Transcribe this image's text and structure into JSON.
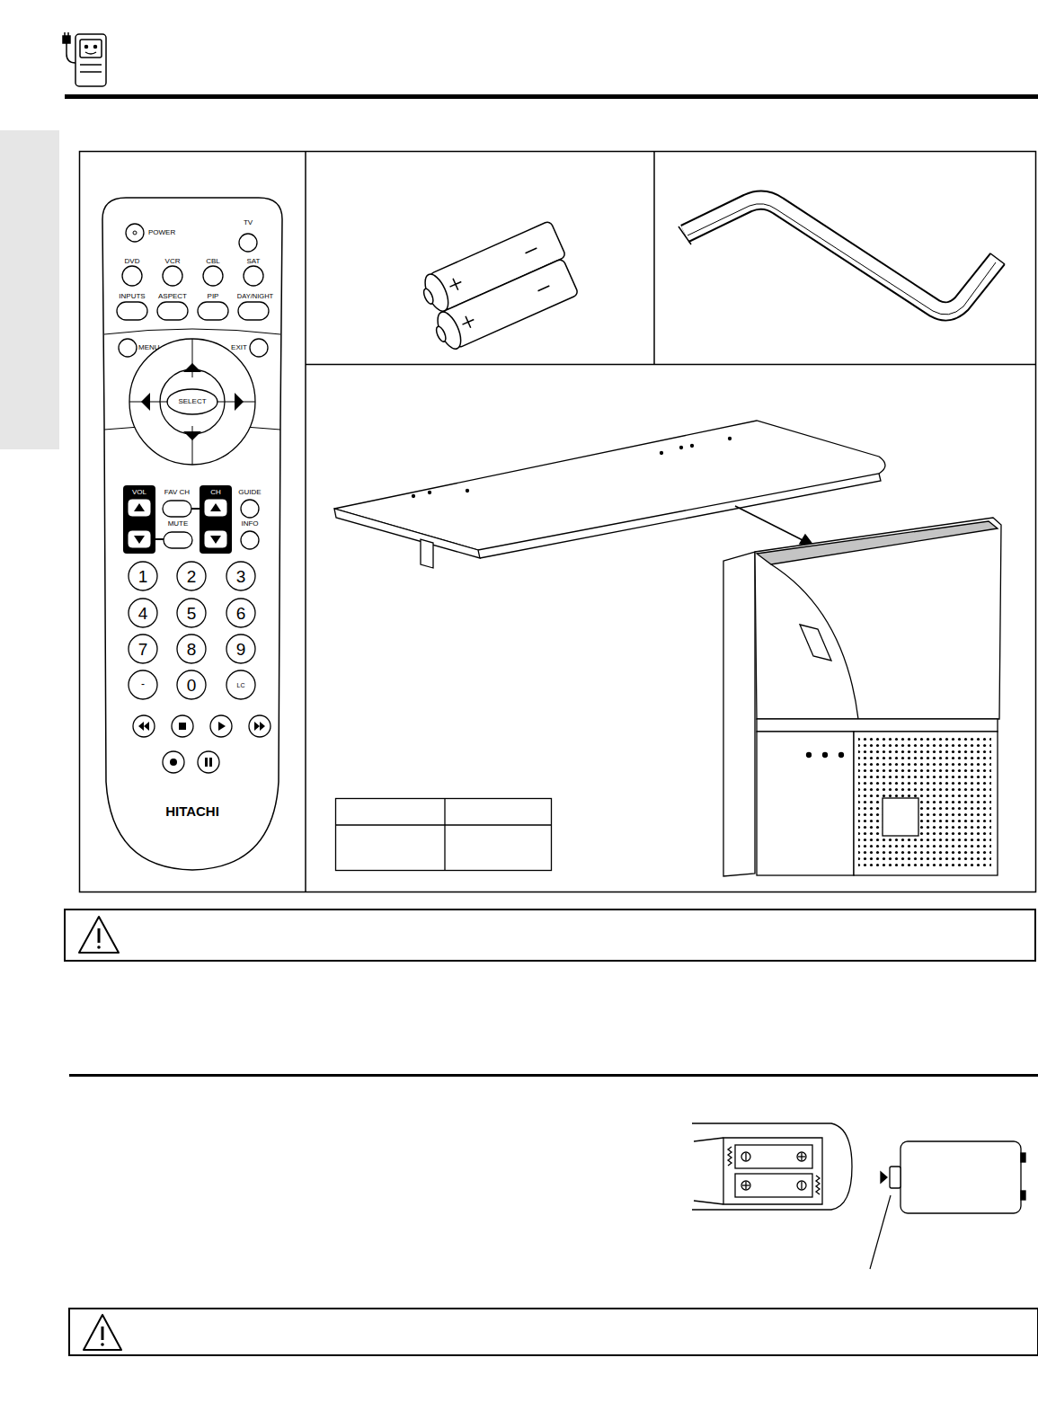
{
  "diagram": {
    "labels": [
      "POWER",
      "TV",
      "DVD",
      "VCR",
      "CBL",
      "SAT",
      "INPUTS",
      "ASPECT",
      "PIP",
      "DAY/NIGHT",
      "MENU",
      "EXIT",
      "SELECT",
      "VOL",
      "FAV CH",
      "CH",
      "GUIDE",
      "MUTE",
      "INFO",
      "1",
      "2",
      "3",
      "4",
      "5",
      "6",
      "7",
      "8",
      "9",
      "-",
      "0",
      "LC",
      "HITACHI"
    ]
  }
}
